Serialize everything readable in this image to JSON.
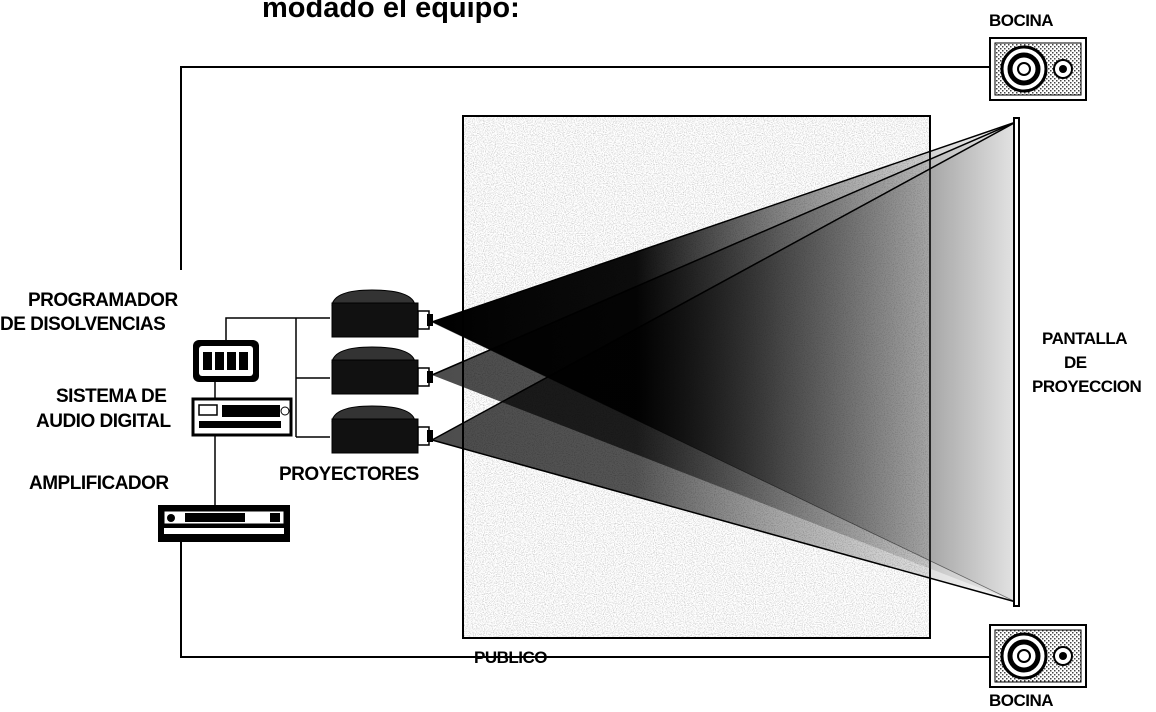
{
  "heading": "modado el equipo:",
  "labels": {
    "speaker_top": "BOCINA",
    "speaker_bottom": "BOCINA",
    "programmer_line1": "PROGRAMADOR",
    "programmer_line2": "DE DISOLVENCIAS",
    "audio_line1": "SISTEMA DE",
    "audio_line2": "AUDIO DIGITAL",
    "amplifier": "AMPLIFICADOR",
    "projectors": "PROYECTORES",
    "audience": "PUBLICO",
    "screen_line1": "PANTALLA",
    "screen_line2": "DE",
    "screen_line3": "PROYECCION"
  },
  "colors": {
    "ink": "#000000",
    "background": "#ffffff",
    "audience_speckle": "#9a9a9a"
  },
  "icons": [
    "speaker-icon",
    "projector-icon",
    "dissolve-programmer-icon",
    "digital-audio-icon",
    "amplifier-icon",
    "projection-screen-icon"
  ]
}
